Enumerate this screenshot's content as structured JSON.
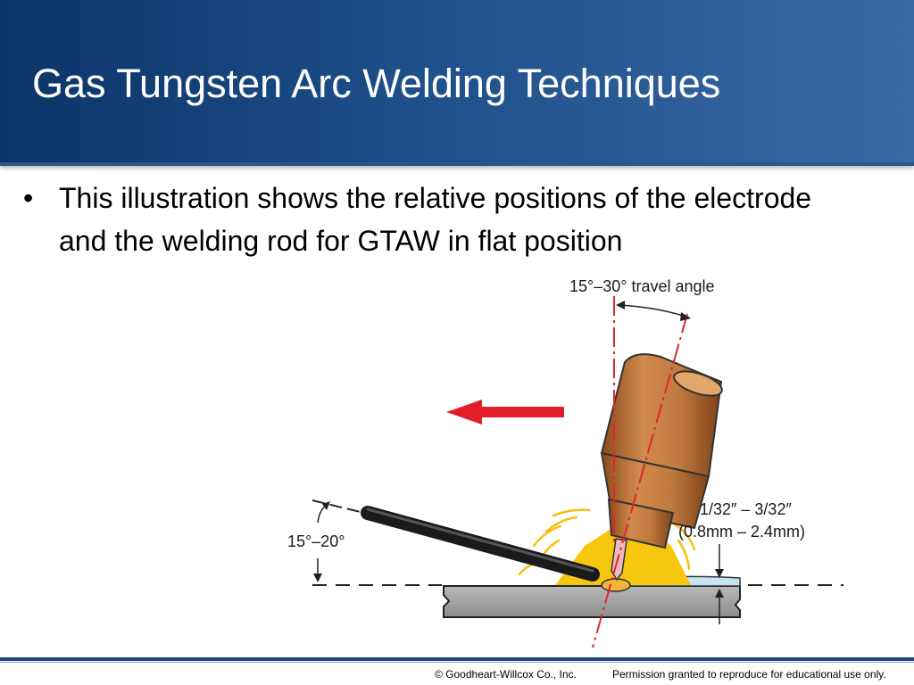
{
  "slide": {
    "title": "Gas Tungsten Arc Welding Techniques",
    "bullets": [
      "This illustration shows the relative positions of the electrode and the welding rod for GTAW in flat position"
    ]
  },
  "figure": {
    "travel_angle_label": "15°–30° travel angle",
    "rod_angle_label": "15°–20°",
    "arc_length_label_inch": "1/32″ – 3/32″",
    "arc_length_label_mm": "(0.8mm – 2.4mm)"
  },
  "footer": {
    "copyright": "© Goodheart-Willcox Co., Inc.",
    "permission": "Permission granted to reproduce for educational use only."
  },
  "colors": {
    "header_dark": "#0c3468",
    "header_light": "#3a6aa4",
    "torch_copper": "#c07a3e",
    "arrow_red": "#e21e2a",
    "flame_yellow": "#f7c60f",
    "centerline_red": "#e0262c"
  }
}
